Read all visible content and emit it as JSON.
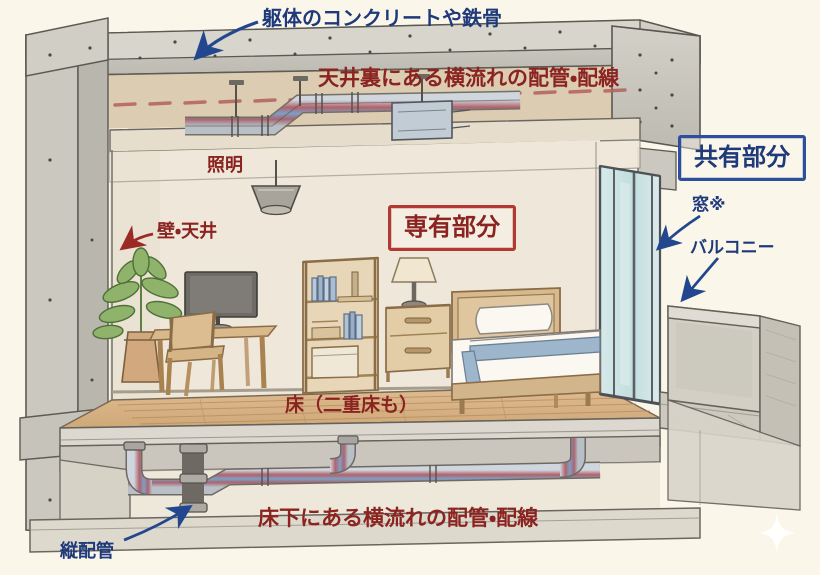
{
  "figure": {
    "title": "マンション 専有部分・共有部分 断面イラスト",
    "background_color": "#fbf6ea",
    "red_label_color": "#8b2320",
    "blue_label_color": "#1e3a7a",
    "red_box_border_color": "#b03a33",
    "blue_box_border_color": "#2d4f9e"
  },
  "labels": {
    "structure_concrete_steel": "躯体のコンクリートや鉄骨",
    "ceiling_pipes": "天井裏にある横流れの配管・配線",
    "lighting": "照明",
    "wall_ceiling": "壁・天井",
    "floor": "床（二重床も）",
    "underfloor_pipes": "床下にある横流れの配管・配線",
    "vertical_pipe": "縦配管",
    "window": "窓※",
    "balcony": "バルコニー"
  },
  "boxes": {
    "private_area": "専有部分",
    "common_area": "共有部分"
  },
  "scene": {
    "furniture": [
      "観葉植物",
      "デスク",
      "モニター",
      "椅子",
      "本棚",
      "ナイトテーブル",
      "スタンドライト",
      "ベッド",
      "ペンダントライト"
    ],
    "elements": [
      "コンクリート梁",
      "柱",
      "床スラブ",
      "給水・給湯配管",
      "ダクト",
      "掃き出し窓",
      "バルコニー手すり壁"
    ]
  },
  "colors": {
    "concrete": "#c9c6bd",
    "wood_floor": "#d8b286",
    "furniture_wood": "#c9a579",
    "plant_green": "#7a9c5e",
    "pipe_red": "#b5636a",
    "pipe_blue": "#7a9ec4",
    "glass": "#cfe4e6",
    "wall": "#efe8da"
  }
}
